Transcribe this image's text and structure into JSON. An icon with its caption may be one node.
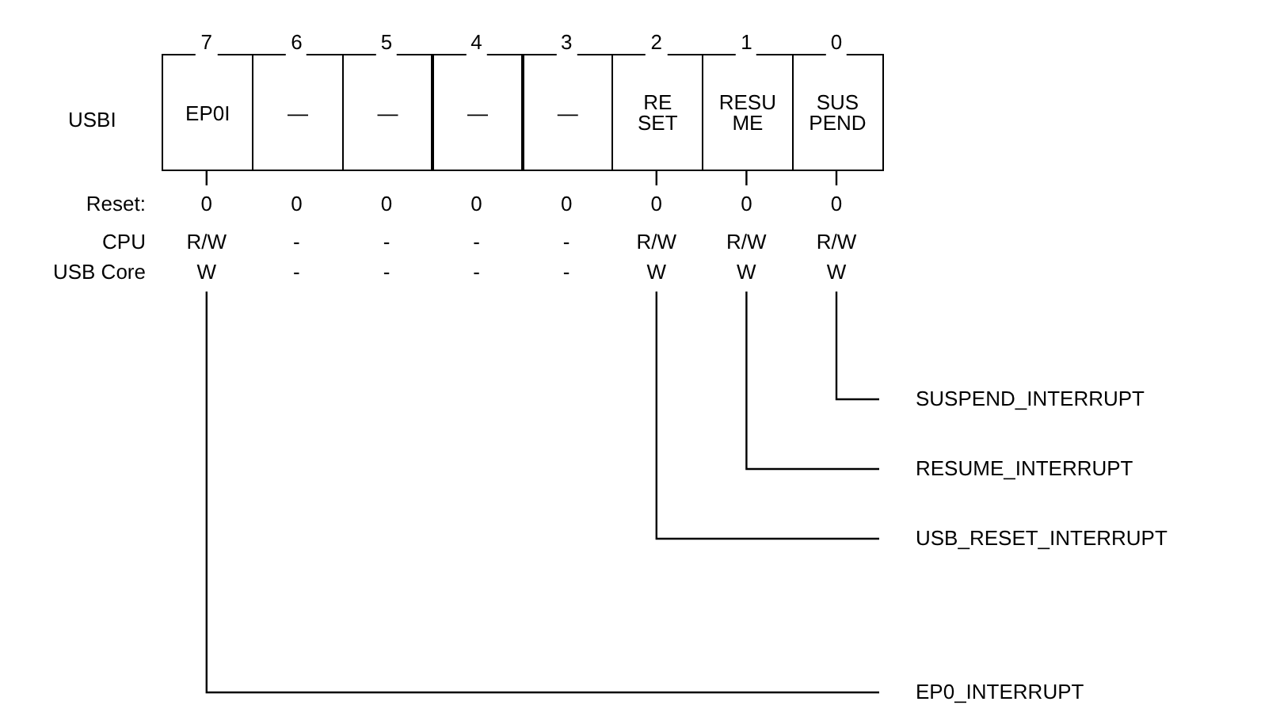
{
  "diagram": {
    "nodes": [
      {
        "text": [
          "EP0I"
        ]
      },
      {
        "text": [
          "—"
        ]
      },
      {
        "text": [
          "—"
        ]
      },
      {
        "text": [
          "—"
        ]
      },
      {
        "text": [
          "—"
        ]
      },
      {
        "text": [
          "RE SET"
        ]
      },
      {
        "text": [
          "RESU ME"
        ]
      },
      {
        "text": [
          "SUS PEND"
        ]
      },
      {
        "text": [
          "SUSPEND_INTERRUPT"
        ]
      },
      {
        "text": [
          "RESUME_INTERRUPT"
        ]
      },
      {
        "text": [
          "USB_RESET_INTERRUPT"
        ]
      },
      {
        "text": [
          "EP0_INTERRUPT"
        ]
      }
    ],
    "edges": [
      {
        "from": 7,
        "to": 8,
        "arrow": "none"
      },
      {
        "from": 6,
        "to": 9,
        "arrow": "none"
      },
      {
        "from": 5,
        "to": 10,
        "arrow": "none"
      },
      {
        "from": 0,
        "to": 11,
        "arrow": "none"
      }
    ],
    "labels": [
      "7",
      "6",
      "5",
      "4",
      "3",
      "2",
      "1",
      "0",
      "USBI",
      "Reset:",
      "0",
      "0",
      "0",
      "0",
      "0",
      "0",
      "0",
      "0",
      "CPU",
      "R/W",
      "-",
      "-",
      "-",
      "-",
      "R/W",
      "R/W",
      "R/W",
      "USB Core",
      "W",
      "-",
      "-",
      "-",
      "-",
      "W",
      "W",
      "W"
    ]
  }
}
